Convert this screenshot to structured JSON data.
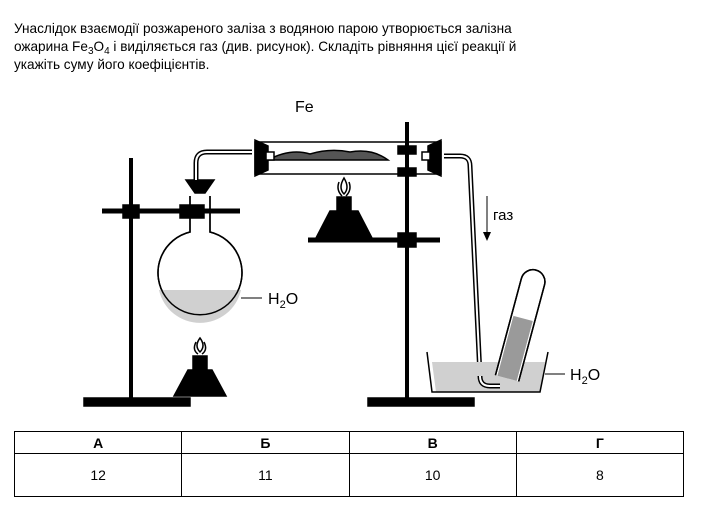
{
  "question": {
    "line1": "Унаслідок взаємодії розжареного заліза з водяною парою утворюється залізна",
    "line2_before": "ожарина Fe",
    "line2_sub1": "3",
    "line2_mid": "O",
    "line2_sub2": "4",
    "line2_after": " і виділяється газ (див. рисунок). Складіть рівняння цієї реакції й",
    "line3": "укажіть суму його коефіцієнтів."
  },
  "figure": {
    "label_fe": "Fe",
    "label_gas": "газ",
    "label_water_flask": {
      "main": "H",
      "sub": "2",
      "tail": "O"
    },
    "label_water_trough": {
      "main": "H",
      "sub": "2",
      "tail": "O"
    },
    "colors": {
      "line": "#000000",
      "water": "#d0d0d0",
      "iron": "#555555",
      "gas_fill": "#9a9a9a"
    }
  },
  "answers": {
    "headers": [
      "А",
      "Б",
      "В",
      "Г"
    ],
    "values": [
      "12",
      "11",
      "10",
      "8"
    ]
  }
}
